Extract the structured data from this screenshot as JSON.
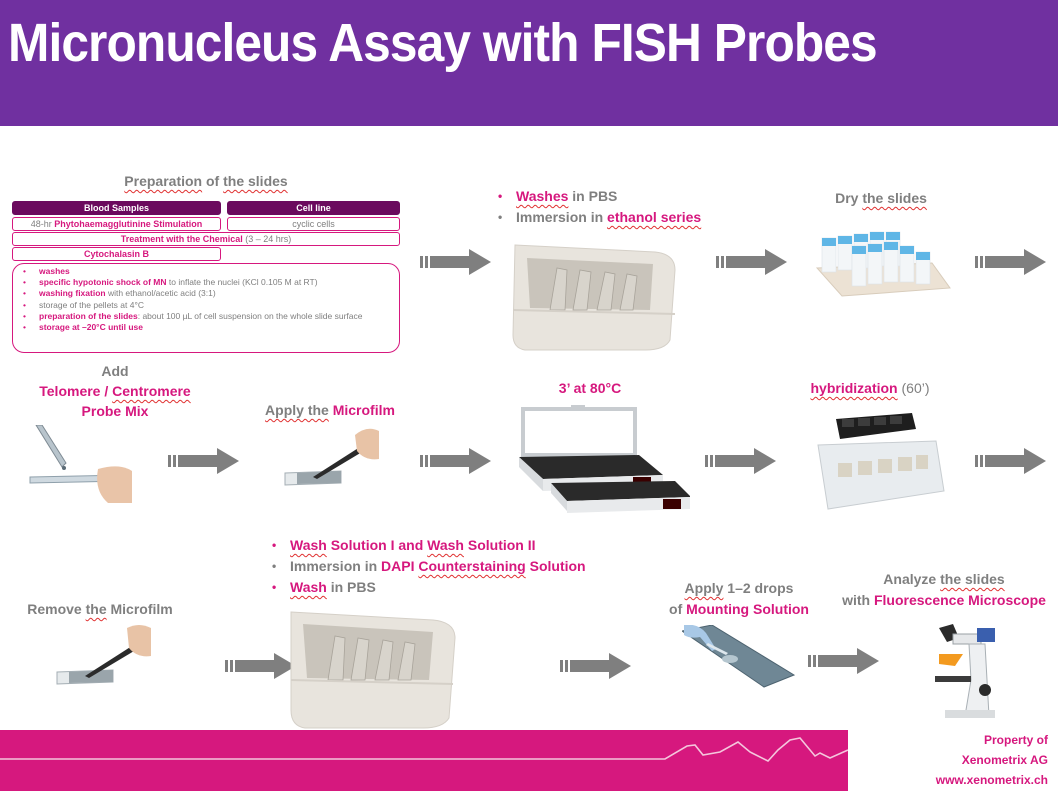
{
  "header": {
    "title": "Micronucleus Assay with FISH Probes",
    "background_color": "#7030a0"
  },
  "colors": {
    "accent": "#d6187e",
    "text_gray": "#7f7f7f",
    "table_header": "#6b0a5e"
  },
  "preparation": {
    "title_part1": "Preparation",
    "title_part2": " of ",
    "title_part3": "the slides",
    "table": {
      "col_headers": [
        "Blood Samples",
        "Cell line"
      ],
      "row1": {
        "blood_prefix": "48-hr ",
        "blood_bold": "Phytohaemagglutinine Stimulation",
        "cell_line": "cyclic cells"
      },
      "row2": {
        "bold": "Treatment with the Chemical",
        "suffix": " (3 – 24 hrs)"
      },
      "row3": "Cytochalasin B"
    },
    "steps": [
      {
        "bold": "washes",
        "rest": ""
      },
      {
        "bold": "specific hypotonic shock of MN",
        "rest": " to inflate the nuclei (KCl 0.105 M at RT)"
      },
      {
        "bold": "washing fixation",
        "rest": " with ethanol/acetic acid (3:1)"
      },
      {
        "bold": "",
        "rest": "storage of the pellets at 4°C"
      },
      {
        "bold": "preparation of the slides",
        "rest": ": about 100 µL of cell suspension on the whole slide surface"
      },
      {
        "bold": "storage at –20°C until use",
        "rest": ""
      }
    ]
  },
  "step_washes_pbs": {
    "bullets": [
      {
        "highlight": "Washes",
        "rest": " in PBS"
      },
      {
        "prefix": "Immersion in ",
        "highlight": "ethanol series"
      }
    ],
    "illustration": "slide-staining-jar"
  },
  "step_dry": {
    "label_part1": "Dry ",
    "label_part2": "the slides",
    "illustration": "slide-drying-rack"
  },
  "step_add_probe": {
    "line1": "Add",
    "line2_part1": "Telomere / ",
    "line2_part2": "Centromere",
    "line3": "Probe Mix",
    "illustration": "pipette-on-slide"
  },
  "step_apply_microfilm": {
    "label_part1": "Apply the",
    "label_part2": " Microfilm",
    "illustration": "tweezers-applying-film"
  },
  "step_heat": {
    "label": "3’ at 80°C",
    "illustration": "slide-heating-plates"
  },
  "step_hybridization": {
    "label_highlight": "hybridization",
    "label_rest": " (60’)",
    "illustration": "hybridization-chamber"
  },
  "step_remove_microfilm": {
    "label_part1": "Remove ",
    "label_part2": "the",
    "label_part3": " Microfilm",
    "illustration": "tweezers-removing-film"
  },
  "step_wash_solutions": {
    "bullets": [
      {
        "highlight1": "Wash",
        "highlight2": " Solution I and ",
        "highlight3": "Wash",
        "highlight4": " Solution II"
      },
      {
        "prefix": "Immersion in ",
        "highlight1": "DAPI ",
        "highlight2": "Counterstaining",
        "highlight3": " Solution"
      },
      {
        "highlight": "Wash",
        "rest": " in PBS"
      }
    ],
    "illustration": "slide-staining-jar"
  },
  "step_mounting": {
    "line1_part1": "Apply",
    "line1_part2": " 1–2 drops",
    "line2_prefix": "of ",
    "line2_highlight": "Mounting Solution",
    "illustration": "mounting-drop-on-slide"
  },
  "step_analyze": {
    "line1_part1": "Analyze ",
    "line1_part2": "the slides",
    "line2_prefix": "with ",
    "line2_highlight": "Fluorescence Microscope",
    "illustration": "fluorescence-microscope"
  },
  "footer": {
    "property_line1": "Property of",
    "property_line2": "Xenometrix AG",
    "property_line3": "www.xenometrix.ch",
    "band_color": "#d6187e"
  }
}
